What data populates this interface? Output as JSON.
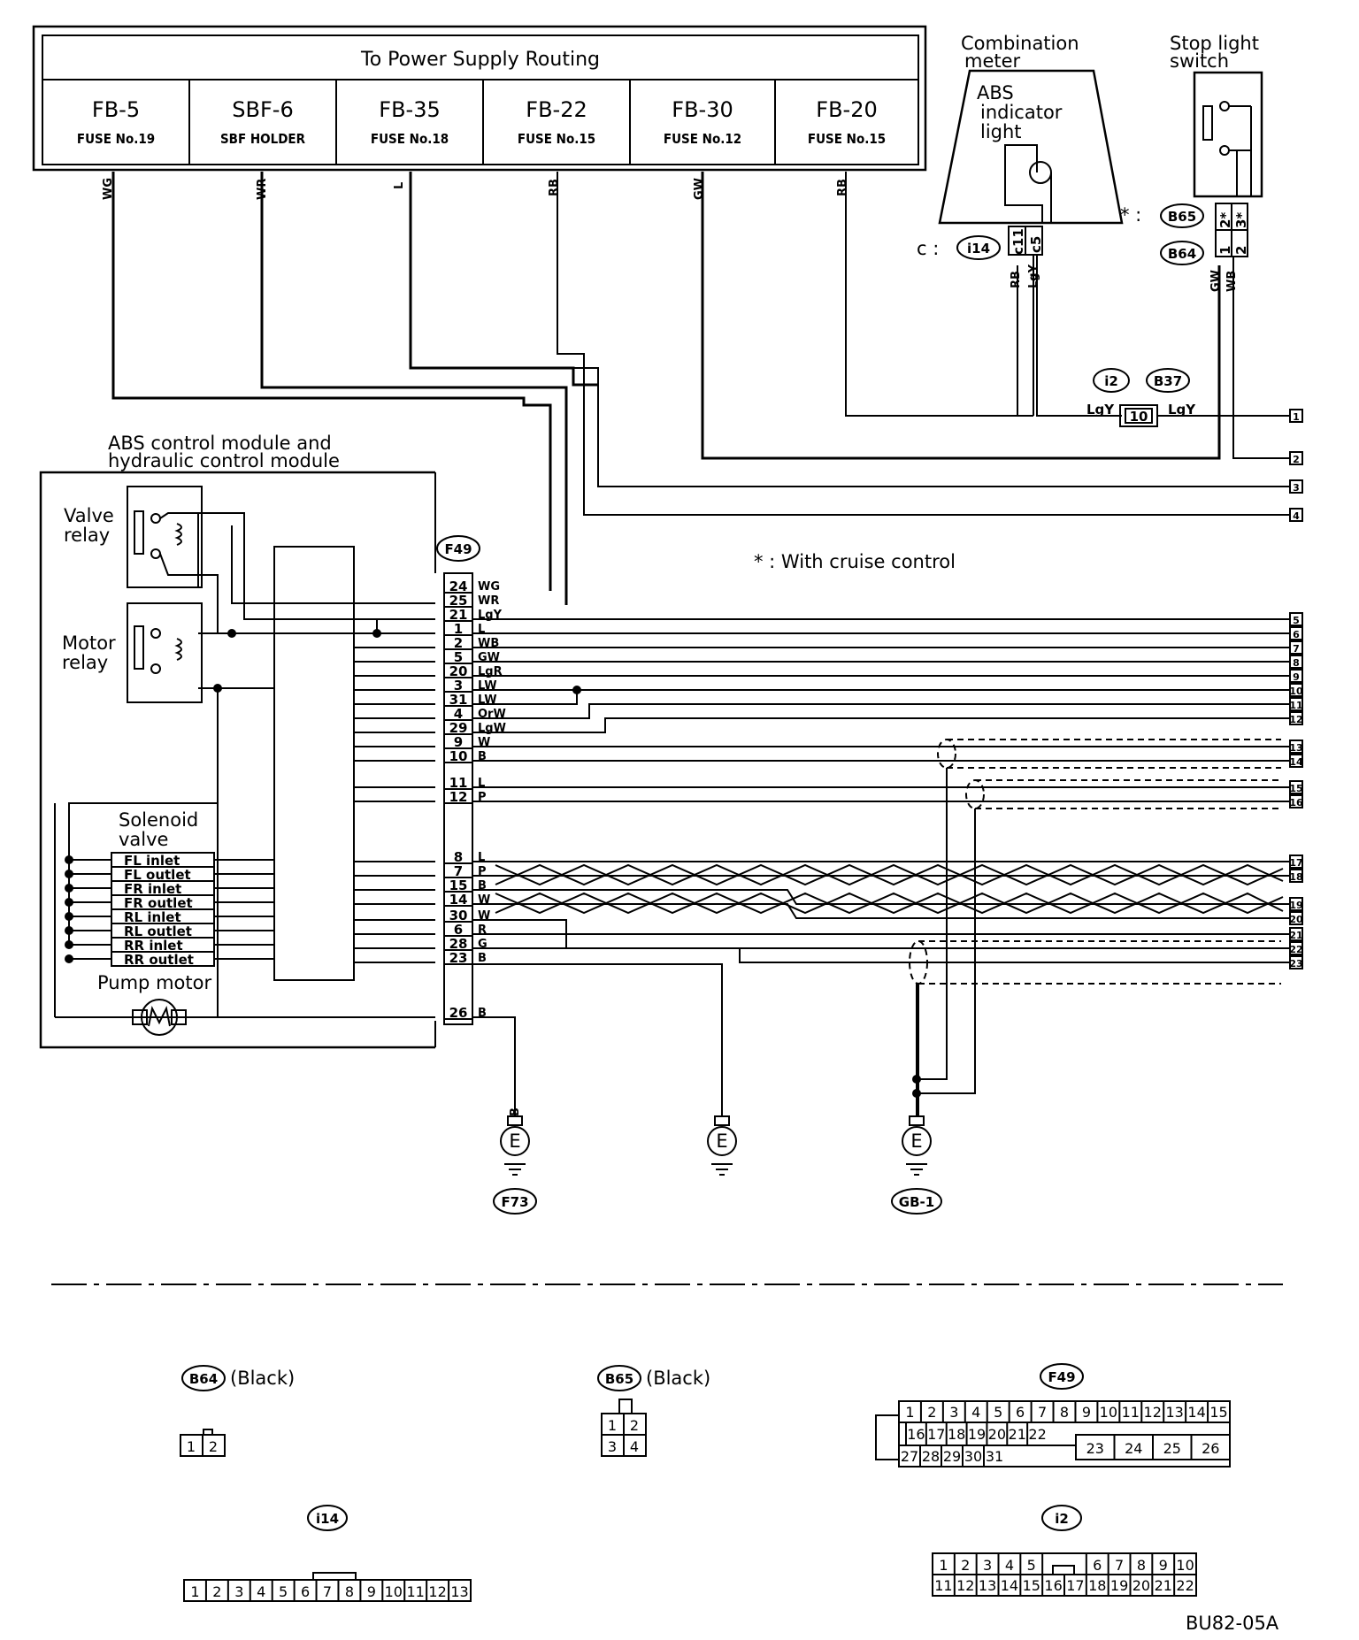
{
  "power_box": {
    "title": "To Power Supply Routing",
    "fuses": [
      {
        "name": "FB-5",
        "sub": "FUSE No.19",
        "wire": "WG"
      },
      {
        "name": "SBF-6",
        "sub": "SBF HOLDER",
        "wire": "WR"
      },
      {
        "name": "FB-35",
        "sub": "FUSE No.18",
        "wire": "L"
      },
      {
        "name": "FB-22",
        "sub": "FUSE No.15",
        "wire": "RB"
      },
      {
        "name": "FB-30",
        "sub": "FUSE No.12",
        "wire": "GW"
      },
      {
        "name": "FB-20",
        "sub": "FUSE No.15",
        "wire": "RB"
      }
    ]
  },
  "combination_meter": {
    "title_line1": "Combination",
    "title_line2": "meter",
    "abs_line1": "ABS",
    "abs_line2": "indicator",
    "abs_line3": "light",
    "connector_prefix": "c :",
    "connector": "i14",
    "pins": [
      "c11",
      "c5"
    ],
    "wires": [
      "RB",
      "LgY"
    ]
  },
  "stop_light": {
    "title_line1": "Stop light",
    "title_line2": "switch",
    "star_prefix": "* :",
    "connector_star": "B65",
    "connector": "B64",
    "pins": [
      "1",
      "2*",
      "2",
      "3*"
    ],
    "wires": [
      "GW",
      "WB"
    ]
  },
  "mid_connector": {
    "codes": [
      "i2",
      "B37"
    ],
    "pin": "10",
    "wire_left": "LgY",
    "wire_right": "LgY"
  },
  "right_terminals": [
    "1",
    "2",
    "3",
    "4",
    "5",
    "6",
    "7",
    "8",
    "9",
    "10",
    "11",
    "12",
    "13",
    "14",
    "15",
    "16",
    "17",
    "18",
    "19",
    "20",
    "21",
    "22",
    "23"
  ],
  "abs_module": {
    "title_line1": "ABS control module and",
    "title_line2": "hydraulic control module",
    "valve_relay_1": "Valve",
    "valve_relay_2": "relay",
    "motor_relay_1": "Motor",
    "motor_relay_2": "relay",
    "solenoid_1": "Solenoid",
    "solenoid_2": "valve",
    "solenoids": [
      "FL inlet",
      "FL outlet",
      "FR inlet",
      "FR outlet",
      "RL inlet",
      "RL outlet",
      "RR inlet",
      "RR outlet"
    ],
    "pump": "Pump motor",
    "connector": "F49"
  },
  "f49_pins": [
    {
      "pin": "24",
      "wire": "WG"
    },
    {
      "pin": "25",
      "wire": "WR"
    },
    {
      "pin": "21",
      "wire": "LgY"
    },
    {
      "pin": "1",
      "wire": "L"
    },
    {
      "pin": "2",
      "wire": "WB"
    },
    {
      "pin": "5",
      "wire": "GW"
    },
    {
      "pin": "20",
      "wire": "LgR"
    },
    {
      "pin": "3",
      "wire": "LW"
    },
    {
      "pin": "31",
      "wire": "LW"
    },
    {
      "pin": "4",
      "wire": "OrW"
    },
    {
      "pin": "29",
      "wire": "LgW"
    },
    {
      "pin": "9",
      "wire": "W"
    },
    {
      "pin": "10",
      "wire": "B"
    },
    {
      "pin": "11",
      "wire": "L"
    },
    {
      "pin": "12",
      "wire": "P"
    },
    {
      "pin": "8",
      "wire": "L"
    },
    {
      "pin": "7",
      "wire": "P"
    },
    {
      "pin": "15",
      "wire": "B"
    },
    {
      "pin": "14",
      "wire": "W"
    },
    {
      "pin": "30",
      "wire": "W"
    },
    {
      "pin": "6",
      "wire": "R"
    },
    {
      "pin": "28",
      "wire": "G"
    },
    {
      "pin": "23",
      "wire": "B"
    },
    {
      "pin": "26",
      "wire": "B"
    }
  ],
  "cruise_note": "* : With cruise control",
  "grounds": [
    {
      "label": "E",
      "connector": "F73",
      "wire": "B"
    },
    {
      "label": "E",
      "connector": ""
    },
    {
      "label": "E",
      "connector": "GB-1"
    }
  ],
  "connector_views": {
    "b64": {
      "code": "B64",
      "color": "(Black)",
      "cells": [
        "1",
        "2"
      ]
    },
    "b65": {
      "code": "B65",
      "color": "(Black)",
      "cells": [
        "1",
        "2",
        "3",
        "4"
      ]
    },
    "f49": {
      "code": "F49",
      "row1": [
        "1",
        "2",
        "3",
        "4",
        "5",
        "6",
        "7",
        "8",
        "9",
        "10",
        "11",
        "12",
        "13",
        "14",
        "15"
      ],
      "row2": [
        "16",
        "17",
        "18",
        "19",
        "20",
        "21",
        "22"
      ],
      "row3": [
        "27",
        "28",
        "29",
        "30",
        "31"
      ],
      "big": [
        "23",
        "24",
        "25",
        "26"
      ]
    },
    "i14": {
      "code": "i14",
      "cells": [
        "1",
        "2",
        "3",
        "4",
        "5",
        "6",
        "7",
        "8",
        "9",
        "10",
        "11",
        "12",
        "13"
      ]
    },
    "i2": {
      "code": "i2",
      "row1a": [
        "1",
        "2",
        "3",
        "4",
        "5"
      ],
      "row1b": [
        "6",
        "7",
        "8",
        "9",
        "10"
      ],
      "row2": [
        "11",
        "12",
        "13",
        "14",
        "15",
        "16",
        "17",
        "18",
        "19",
        "20",
        "21",
        "22"
      ]
    }
  },
  "figure_code": "BU82-05A"
}
